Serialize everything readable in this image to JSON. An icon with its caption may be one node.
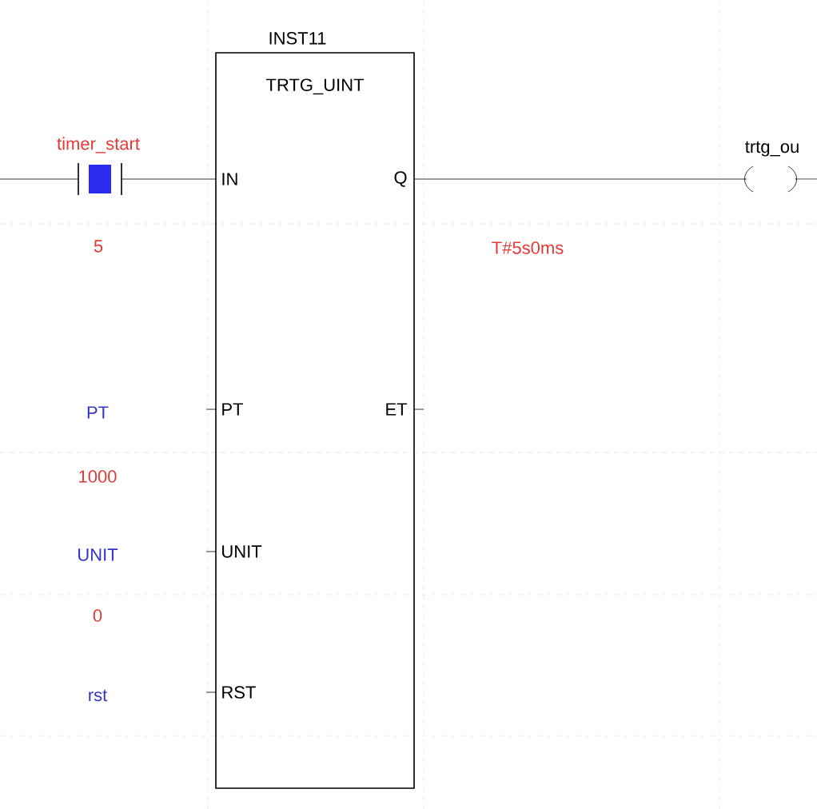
{
  "diagram": {
    "nodes": [
      {
        "text": [
          "INST11",
          "TRTG_UINT"
        ]
      },
      {
        "text": [
          "timer_start"
        ],
        "beside": [
          "5"
        ]
      },
      {
        "text": [
          "trtg_ou"
        ]
      }
    ],
    "edges": [
      {
        "from": null,
        "to": 1,
        "arrow": "none"
      },
      {
        "from": 1,
        "to": 0,
        "arrow": "none"
      },
      {
        "from": 0,
        "to": 2,
        "arrow": "none",
        "label": "T#5s0ms"
      },
      {
        "from": 2,
        "to": null,
        "arrow": "none"
      }
    ],
    "labels": [
      "IN",
      "Q",
      "PT",
      "PT",
      "ET",
      "1000",
      "UNIT",
      "UNIT",
      "0",
      "rst",
      "RST"
    ]
  }
}
